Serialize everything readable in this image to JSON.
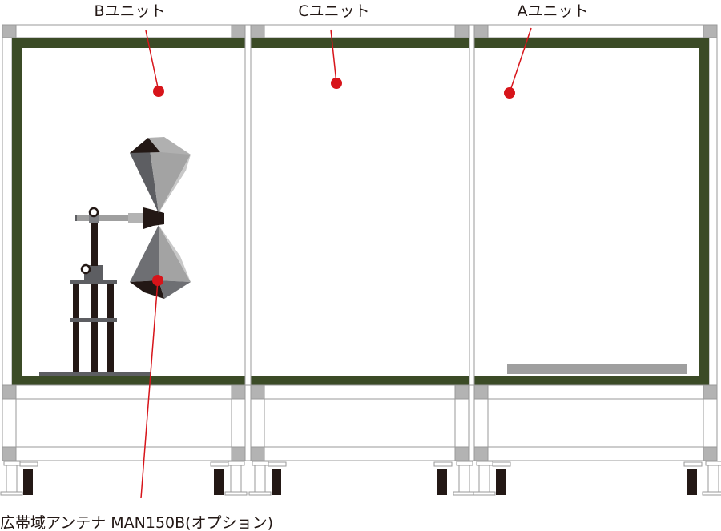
{
  "labels": {
    "unit_b": "Bユニット",
    "unit_c": "Cユニット",
    "unit_a": "Aユニット",
    "antenna": "広帯域アンテナ MAN150B(オプション)"
  },
  "colors": {
    "frame_green": "#3b4b26",
    "marker_red": "#d7141a"
  }
}
